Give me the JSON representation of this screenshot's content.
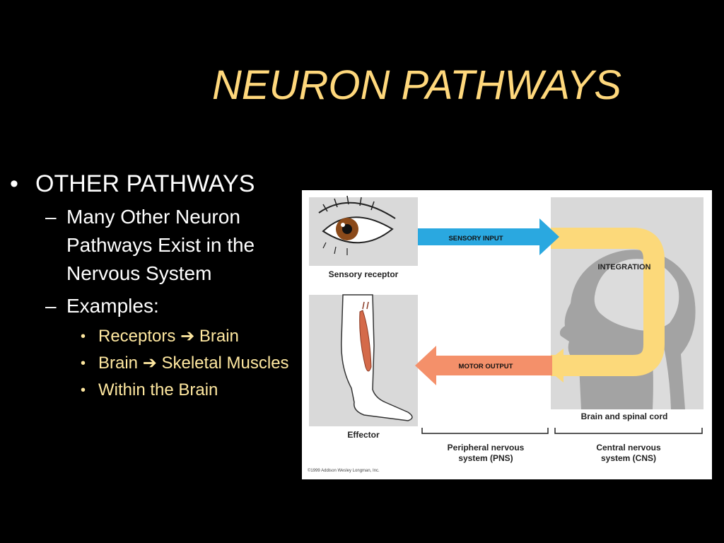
{
  "slide": {
    "title": "NEURON PATHWAYS",
    "bullets": {
      "main": {
        "marker": "•",
        "text": "OTHER PATHWAYS"
      },
      "sub1": {
        "marker": "–",
        "text": "Many Other Neuron Pathways Exist in the Nervous System"
      },
      "sub2": {
        "marker": "–",
        "text": "Examples:"
      },
      "examples": [
        {
          "marker": "•",
          "arrow": "➔",
          "text_a": "Receptors",
          "text_b": "Brain"
        },
        {
          "marker": "•",
          "arrow": "➔",
          "text_a": "Brain",
          "text_b": "Skeletal Muscles"
        },
        {
          "marker": "•",
          "text": "Within the Brain"
        }
      ]
    }
  },
  "figure": {
    "labels": {
      "sensory_receptor": "Sensory receptor",
      "effector": "Effector",
      "sensory_input": "SENSORY INPUT",
      "motor_output": "MOTOR OUTPUT",
      "integration": "INTEGRATION",
      "brain_spinal": "Brain and spinal cord",
      "pns_line1": "Peripheral nervous",
      "pns_line2": "system (PNS)",
      "cns_line1": "Central nervous",
      "cns_line2": "system (CNS)",
      "copyright": "©1999 Addison Wesley Longman, Inc."
    },
    "colors": {
      "sensory_arrow": "#2aa8e0",
      "motor_arrow": "#f4906a",
      "integration_loop": "#fcd97a",
      "panel_gray": "#d9d9d9",
      "silhouette": "#a3a3a3"
    }
  }
}
